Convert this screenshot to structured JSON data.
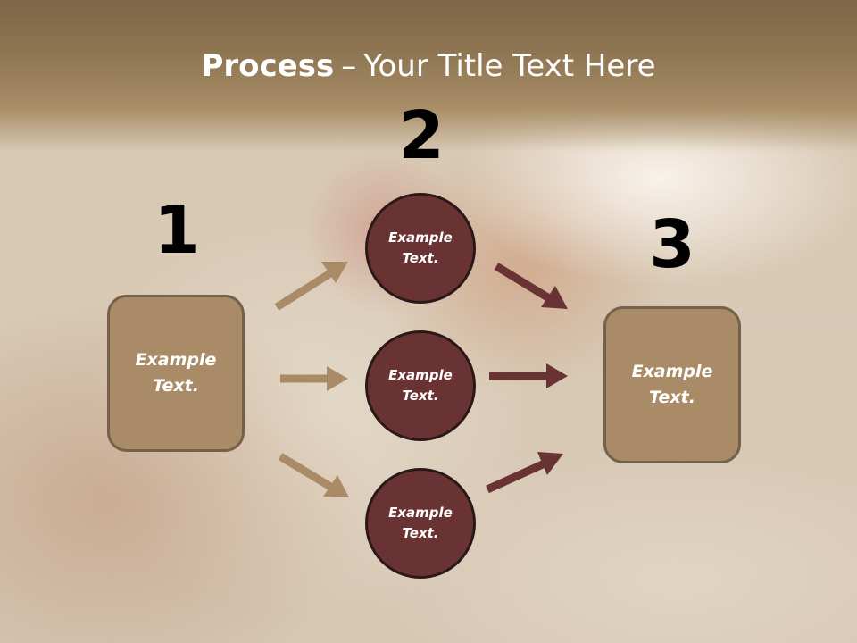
{
  "title": {
    "bold": "Process",
    "dash": "–",
    "rest": "Your Title Text Here"
  },
  "steps": {
    "one": "1",
    "two": "2",
    "three": "3"
  },
  "nodes": {
    "left_box": "Example\nText.",
    "top_circle": "Example\nText.",
    "middle_circle": "Example\nText.",
    "bottom_circle": "Example\nText.",
    "right_box": "Example\nText."
  },
  "colors": {
    "box_fill": "#a98c67",
    "circle_fill": "#6a3333",
    "arrow_tan": "#a98c67",
    "arrow_maroon": "#6a3333"
  }
}
